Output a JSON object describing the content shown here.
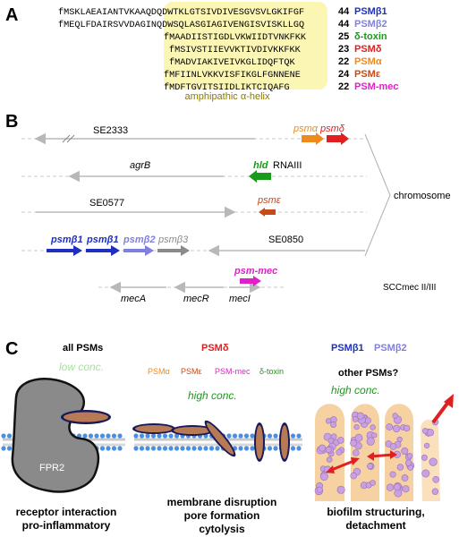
{
  "panelA": {
    "letter": "A",
    "rows": [
      {
        "seq": "fMSKLAEAIANTVKAAQDQDWTKLGTSIVDIVESGVSVLGKIFGF",
        "len": "44",
        "name": "PSMβ1",
        "color": "#1f2fbf"
      },
      {
        "seq": "fMEQLFDAIRSVVDAGINQDWSQLASGIAGIVENGISVISKLLGQ",
        "len": "44",
        "name": "PSMβ2",
        "color": "#8080e0"
      },
      {
        "seq": "fMAADIISTIGDLVKWIIDTVNKFKK",
        "len": "25",
        "name": "δ-toxin",
        "color": "#1a9a1a"
      },
      {
        "seq": "fMSIVSTIIEVVKTIVDIVKKFKK",
        "len": "23",
        "name": "PSMδ",
        "color": "#e02020"
      },
      {
        "seq": "fMADVIAKIVEIVKGLIDQFTQK",
        "len": "22",
        "name": "PSMα",
        "color": "#f08a1a"
      },
      {
        "seq": "fMFIINLVKKVISFIKGLFGNNENE",
        "len": "24",
        "name": "PSMε",
        "color": "#c84a18"
      },
      {
        "seq": "fMDFTGVITSIIDLIKTCIQAFG",
        "len": "22",
        "name": "PSM-mec",
        "color": "#e020c8"
      }
    ],
    "helix_label": "amphipathic α-helix"
  },
  "panelB": {
    "letter": "B",
    "genes": {
      "se2333": "SE2333",
      "psma": "psmα",
      "psmd": "psmδ",
      "agrB": "agrB",
      "hld": "hld",
      "rnaiii": "RNAIII",
      "se0577": "SE0577",
      "psme": "psmε",
      "psmb1a": "psmβ1",
      "psmb1b": "psmβ1",
      "psmb2": "psmβ2",
      "psmb3": "psmβ3",
      "se0850": "SE0850",
      "psmmec": "psm-mec",
      "mecA": "mecA",
      "mecR": "mecR",
      "mecI": "mecI"
    },
    "chromosome": "chromosome",
    "sccmec": "SCCmec  II/III"
  },
  "panelC": {
    "letter": "C",
    "left": {
      "header": "all  PSMs",
      "conc": "low conc.",
      "receptor": "FPR2",
      "caption1": "receptor interaction",
      "caption2": "pro-inflammatory"
    },
    "middle": {
      "header": "PSMδ",
      "psma": "PSMα",
      "psme": "PSMε",
      "psmmec": "PSM-mec",
      "dtoxin": "δ-toxin",
      "conc": "high conc.",
      "caption1": "membrane disruption",
      "caption2": "pore formation",
      "caption3": "cytolysis"
    },
    "right": {
      "b1": "PSMβ1",
      "b2": "PSMβ2",
      "other": "other  PSMs?",
      "conc": "high conc.",
      "caption1": "biofilm structuring,",
      "caption2": "detachment"
    }
  },
  "colors": {
    "orange": "#f08a1a",
    "red": "#e02020",
    "green": "#1a9a1a",
    "blue": "#1f2fbf",
    "lightblue": "#8080e0",
    "magenta": "#e020c8",
    "brown": "#c84a18",
    "gray": "#b8b8b8",
    "helix_bg": "#fbf6b4"
  }
}
